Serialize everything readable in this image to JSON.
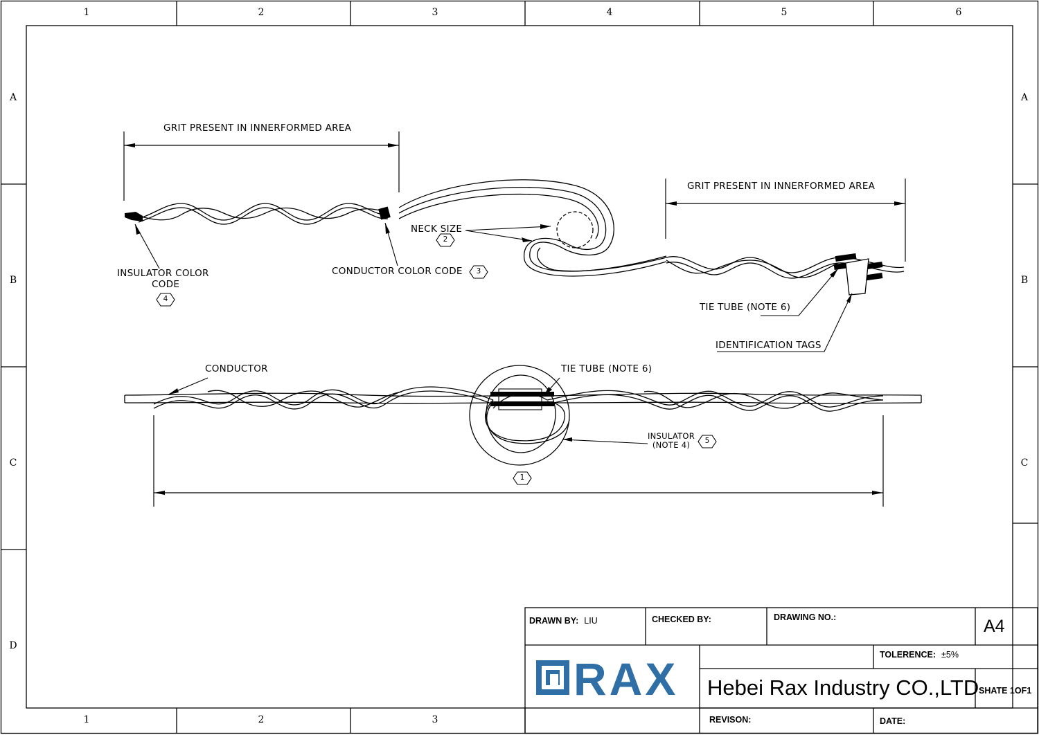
{
  "frame": {
    "columns": [
      "1",
      "2",
      "3",
      "4",
      "5",
      "6"
    ],
    "rows": [
      "A",
      "B",
      "C",
      "D"
    ]
  },
  "callouts": {
    "grit_left": "GRIT PRESENT IN INNERFORMED AREA",
    "grit_right": "GRIT PRESENT IN INNERFORMED AREA",
    "neck_size": "NECK SIZE",
    "insulator_color_code_line1": "INSULATOR COLOR",
    "insulator_color_code_line2": "CODE",
    "conductor_color_code": "CONDUCTOR COLOR CODE",
    "tie_tube_top": "TIE TUBE (NOTE 6)",
    "identification_tags": "IDENTIFICATION TAGS",
    "conductor": "CONDUCTOR",
    "tie_tube_bottom": "TIE TUBE (NOTE 6)",
    "insulator_line1": "INSULATOR",
    "insulator_line2": "(NOTE 4)"
  },
  "markers": {
    "neck_size": "2",
    "insulator_color_code": "4",
    "conductor_color_code": "3",
    "insulator": "5",
    "overall_length": "1"
  },
  "title_block": {
    "drawn_by_label": "DRAWN BY:",
    "drawn_by_value": "LIU",
    "checked_by_label": "CHECKED BY:",
    "drawing_no_label": "DRAWING NO.:",
    "paper_size": "A4",
    "tolerance_label": "TOLERENCE:",
    "tolerance_value": "±5%",
    "company": "Hebei Rax Industry CO.,LTD",
    "sheet": "SHATE 1OF1",
    "revision_label": "REVISON:",
    "date_label": "DATE:",
    "logo": "RAX"
  },
  "colors": {
    "line": "#000000",
    "logo_blue": "#2f6fa6",
    "background": "#ffffff"
  }
}
